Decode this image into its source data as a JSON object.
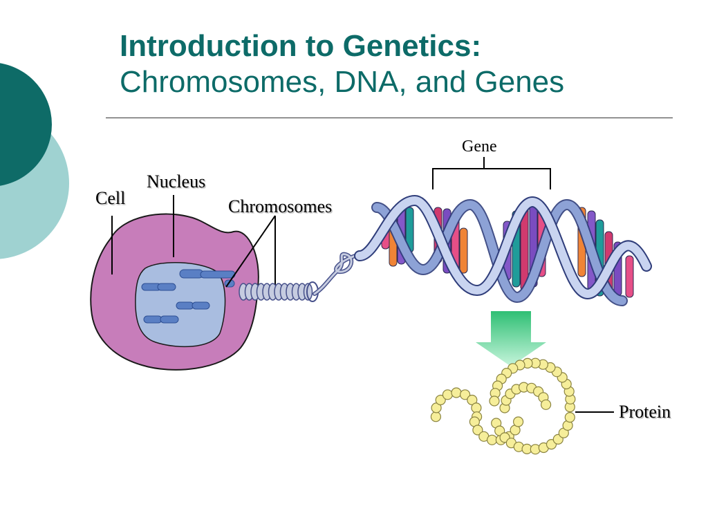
{
  "slide": {
    "title": "Introduction to Genetics:",
    "subtitle": "Chromosomes, DNA, and Genes"
  },
  "labels": {
    "cell": "Cell",
    "nucleus": "Nucleus",
    "chromosomes": "Chromosomes",
    "gene": "Gene",
    "protein": "Protein"
  },
  "colors": {
    "title": "#0d6b68",
    "deco_dark": "#0e6b67",
    "deco_light": "#9fd2d1",
    "cell": "#c77dba",
    "nucleus": "#a9bde0",
    "chromosome": "#5a7fc4",
    "dna_backbone": "#b8c7ea",
    "arrow": "#35c97c",
    "protein_bead": "#f6ee9a"
  }
}
